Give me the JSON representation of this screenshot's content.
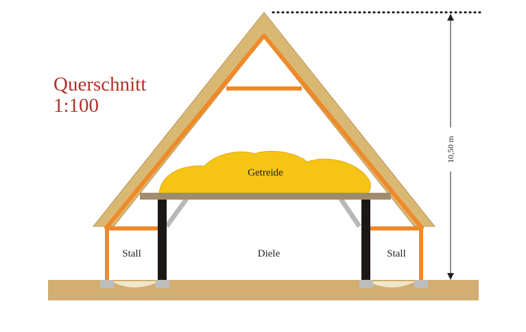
{
  "title": {
    "line1": "Querschnitt",
    "line2": "1:100"
  },
  "labels": {
    "grain": "Getreide",
    "stall_left": "Stall",
    "hall": "Diele",
    "stall_right": "Stall"
  },
  "dimension": {
    "height_label": "10,50 m"
  },
  "colors": {
    "thatch": "#d9b874",
    "thatch_edge": "#b99450",
    "rafter": "#ee8a2a",
    "grain": "#f5c414",
    "floor_beam": "#a08c6c",
    "post": "#1c1714",
    "brace": "#b8b8b8",
    "ground": "#d2ae72",
    "stone": "#bdbdbd",
    "title": "#b5302a"
  }
}
